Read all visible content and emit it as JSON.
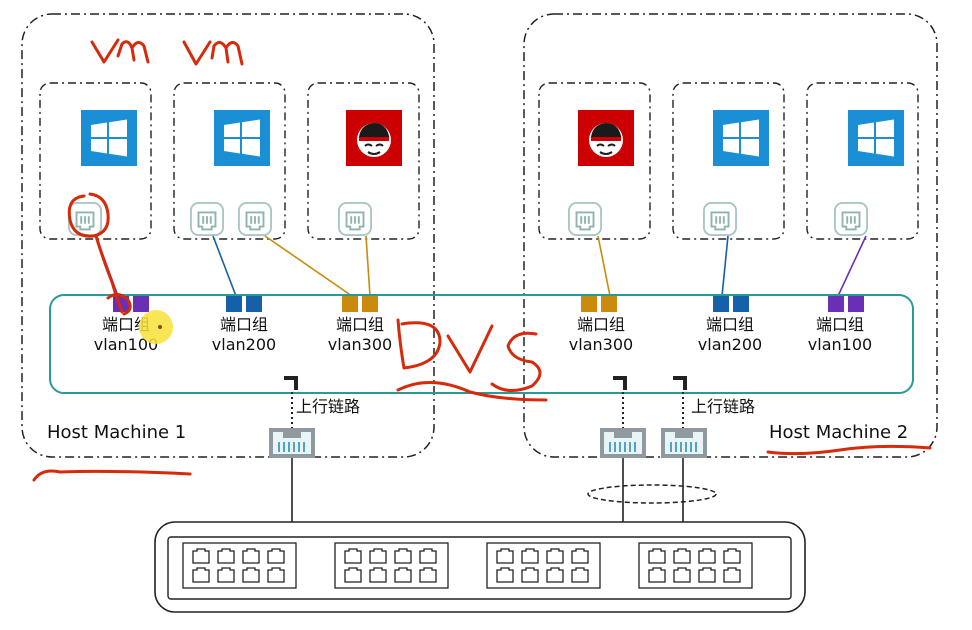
{
  "hosts": [
    {
      "name": "Host Machine 1"
    },
    {
      "name": "Host Machine 2"
    }
  ],
  "portgroups": [
    {
      "label": "端口组",
      "vlan": "vlan100",
      "color": "#6b2fb5"
    },
    {
      "label": "端口组",
      "vlan": "vlan200",
      "color": "#1560a8"
    },
    {
      "label": "端口组",
      "vlan": "vlan300",
      "color": "#c98a0e"
    },
    {
      "label": "端口组",
      "vlan": "vlan300",
      "color": "#c98a0e"
    },
    {
      "label": "端口组",
      "vlan": "vlan200",
      "color": "#1560a8"
    },
    {
      "label": "端口组",
      "vlan": "vlan100",
      "color": "#6b2fb5"
    }
  ],
  "uplink": {
    "label": "上行链路"
  },
  "vms": [
    {
      "os": "windows",
      "icon": "windows-logo-icon"
    },
    {
      "os": "windows",
      "icon": "windows-logo-icon"
    },
    {
      "os": "redhat",
      "icon": "redhat-logo-icon"
    },
    {
      "os": "redhat",
      "icon": "redhat-logo-icon"
    },
    {
      "os": "windows",
      "icon": "windows-logo-icon"
    },
    {
      "os": "windows",
      "icon": "windows-logo-icon"
    }
  ],
  "colors": {
    "windows": "#1a8fd6",
    "redhat": "#cc0000",
    "vswitch_border": "#2a9a94",
    "vlan100": "#6b2fb5",
    "vlan200": "#1560a8",
    "vlan300": "#c98a0e",
    "annotation": "#d62a0a"
  },
  "annotations": {
    "handwriting": "vm vm DVS"
  }
}
